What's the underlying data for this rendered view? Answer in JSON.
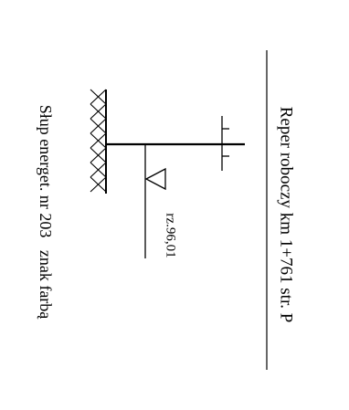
{
  "sheet": {
    "title": "Reper roboczy km 1+761 str. P",
    "description": "Słup energet. nr 203   znak farbą",
    "elevation_label": "rz.96,01"
  },
  "colors": {
    "ink": "#000000",
    "paper": "#ffffff"
  }
}
